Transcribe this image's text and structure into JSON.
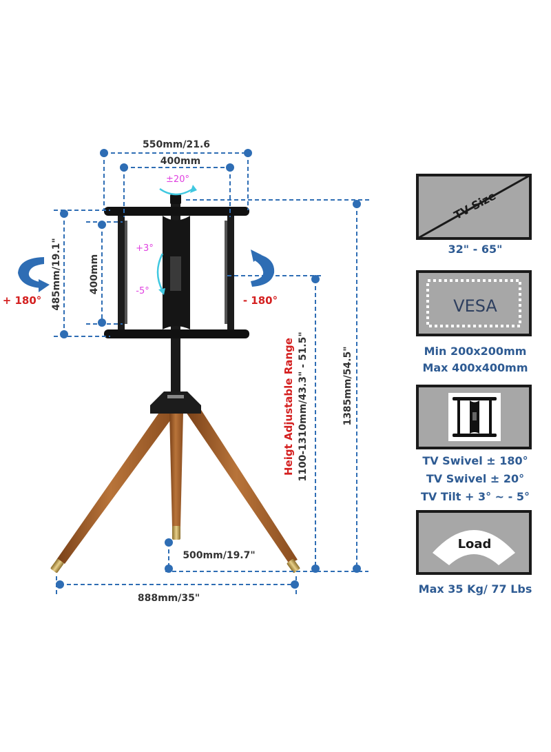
{
  "dimensions": {
    "width_outer": "550mm/21.6",
    "width_vesa": "400mm",
    "swivel_top": "±20°",
    "height_frame": "485mm/19.1\"",
    "height_vesa": "400mm",
    "tilt_up": "+3°",
    "tilt_down": "-5°",
    "swivel_left": "+ 180°",
    "swivel_right": "- 180°",
    "height_range_title": "Heigt Adjustable Range",
    "height_range": "1100-1310mm/43.3\" - 51.5\"",
    "total_height": "1385mm/54.5\"",
    "inner_leg": "500mm/19.7\"",
    "base_width": "888mm/35\""
  },
  "specs": {
    "tv_size_icon": "TV Size",
    "tv_size": "32\" - 65\"",
    "vesa_icon": "VESA",
    "vesa_min": "Min 200x200mm",
    "vesa_max": "Max 400x400mm",
    "swivel_180": "TV Swivel ± 180°",
    "swivel_20": "TV Swivel ± 20°",
    "tilt": "TV Tilt + 3°  ~ - 5°",
    "load_icon": "Load",
    "load": "Max 35 Kg/ 77 Lbs"
  },
  "colors": {
    "dimension_blue": "#2e6db4",
    "spec_text_blue": "#2e5b93",
    "angle_red": "#d42020",
    "angle_magenta": "#e040e0",
    "angle_cyan": "#40c8e0",
    "wood": "#a8642c",
    "panel_gray": "#a7a7a7"
  }
}
